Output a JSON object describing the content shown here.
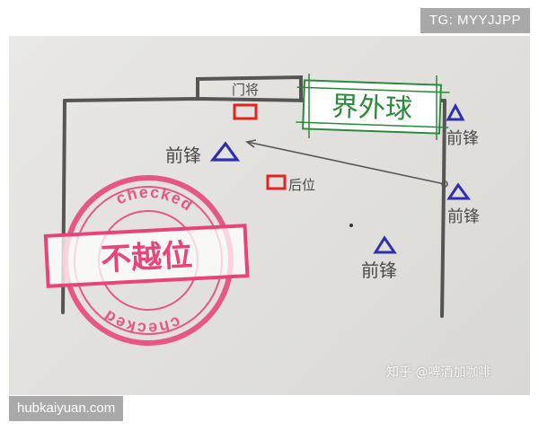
{
  "watermark": {
    "tg_label": "TG: MYYJJPP",
    "site_label": "hubkaiyuan.com"
  },
  "credit": {
    "text": "知乎 @啤酒加咖啡"
  },
  "diagram": {
    "goal_label": "门将",
    "out_of_bounds_label": "界外球",
    "players": {
      "defender_label": "后位",
      "forward_labels": [
        "前锋",
        "前锋",
        "前锋",
        "前锋"
      ]
    }
  },
  "stamp": {
    "main_text": "不越位",
    "ring_text": "checked",
    "color": "#e8447a"
  },
  "colors": {
    "forward_marker": "#2e2fb0",
    "keeper_marker": "#e02424",
    "box_green": "#2a8a3a",
    "line": "#555555"
  }
}
